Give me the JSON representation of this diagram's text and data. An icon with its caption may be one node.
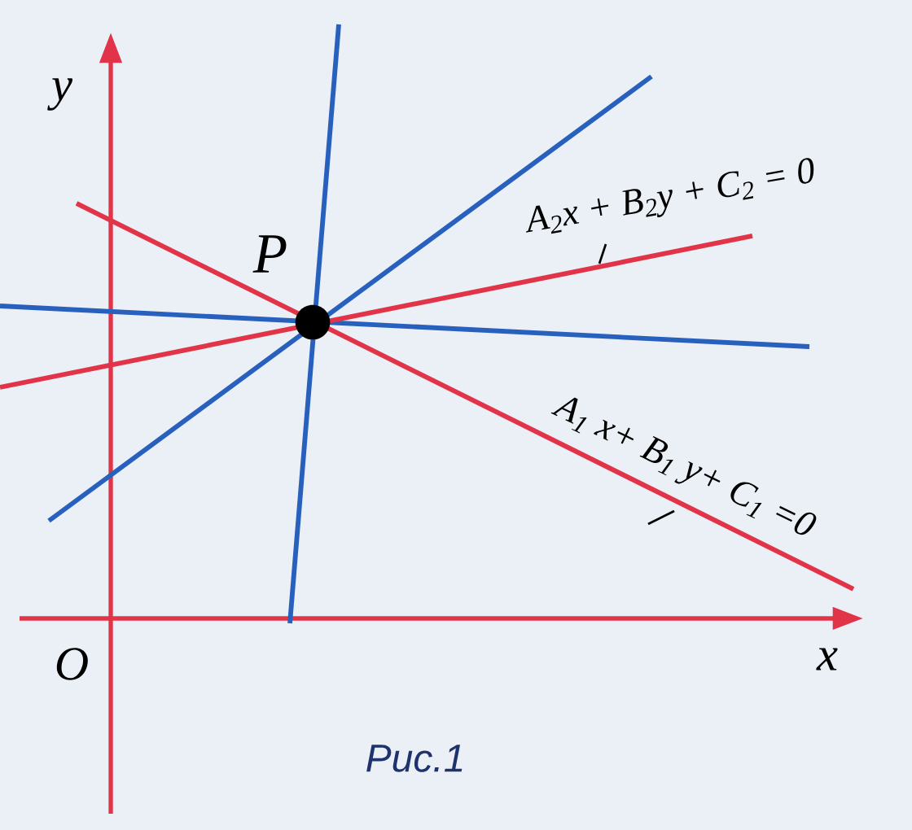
{
  "diagram": {
    "caption": "Рис.1",
    "nodes": [
      {
        "text": [],
        "shape": "circle",
        "beside": [
          "P"
        ]
      }
    ],
    "labels": [
      "y",
      "A$_{2}$x + B$_{2}$y + C$_{2}$ = 0",
      "A$_{1}$ x+ B$_{1}$ y+ C$_{1}$ =0",
      "O",
      "x"
    ]
  }
}
